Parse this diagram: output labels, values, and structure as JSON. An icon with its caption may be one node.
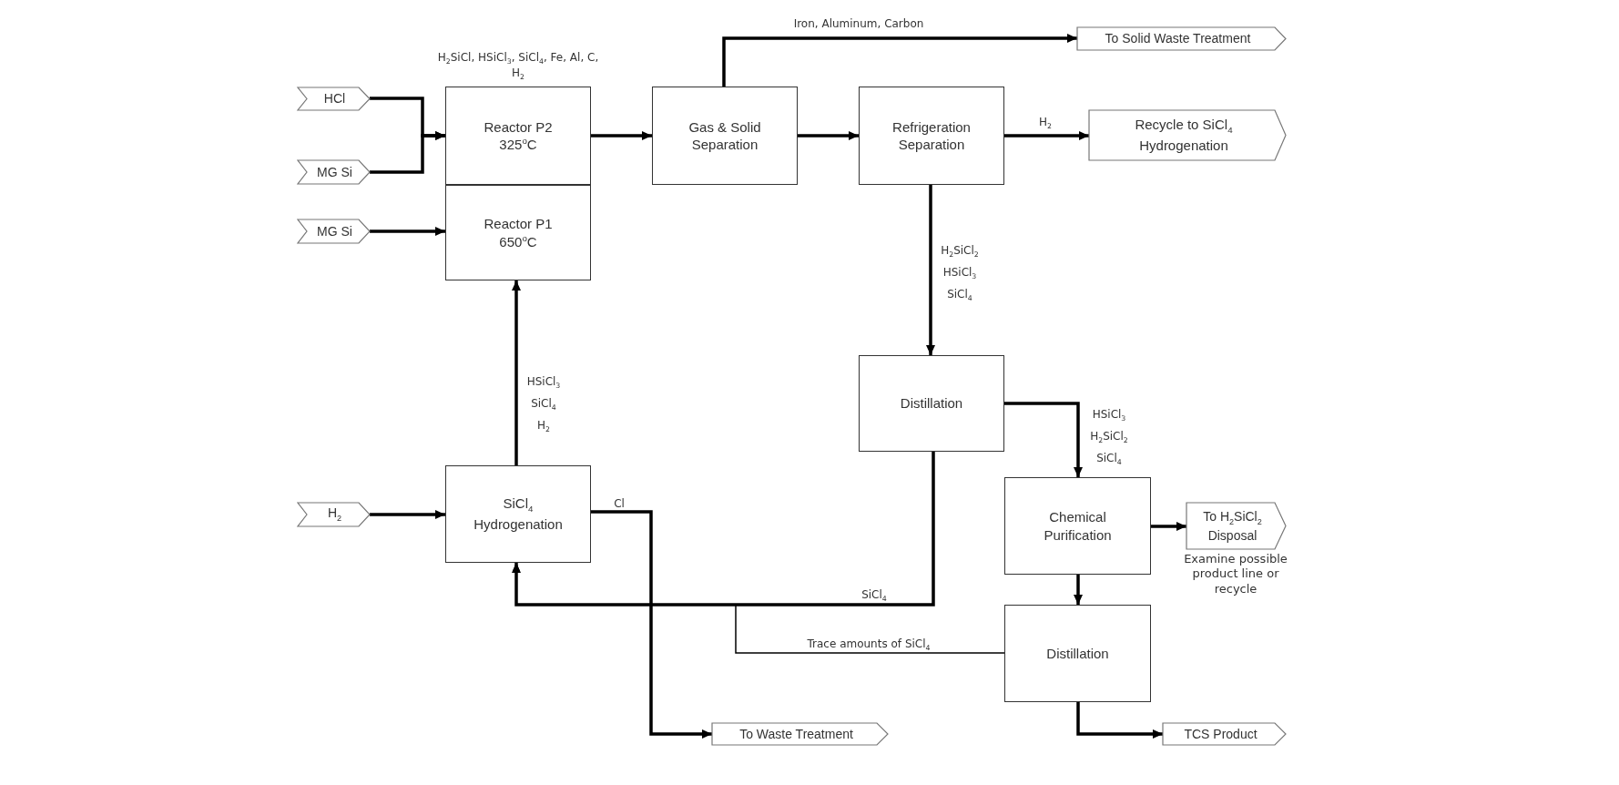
{
  "diagram": {
    "nodes": [
      {
        "text": [
          "HCl"
        ]
      },
      {
        "text": [
          "MG Si"
        ]
      },
      {
        "text": [
          "MG Si"
        ]
      },
      {
        "text": [
          "H$_{2}$"
        ]
      },
      {
        "text": [
          "Reactor P2",
          "325$^{o}$C"
        ],
        "beside": [
          "H$_{2}$SiCl, HSiCl$_{3}$, SiCl$_{4}$, Fe, Al, C, H$_{2}$"
        ]
      },
      {
        "text": [
          "Reactor P1",
          "650$^{o}$C"
        ]
      },
      {
        "text": [
          "Gas & Solid Separation"
        ]
      },
      {
        "text": [
          "Refrigeration Separation"
        ]
      },
      {
        "text": [
          "To Solid Waste Treatment"
        ]
      },
      {
        "text": [
          "Recycle to SiCl$_{4}$ Hydrogenation"
        ]
      },
      {
        "text": [
          "Distillation"
        ]
      },
      {
        "text": [
          "SiCl$_{4}$ Hydrogenation"
        ]
      },
      {
        "text": [
          "Chemical Purification"
        ]
      },
      {
        "text": [
          "To H$_{2}$SiCl$_{2}$ Disposal"
        ],
        "beside": [
          "Examine possible product line or recycle"
        ]
      },
      {
        "text": [
          "Distillation"
        ]
      },
      {
        "text": [
          "To Waste Treatment"
        ]
      },
      {
        "text": [
          "TCS Product"
        ]
      }
    ],
    "edges": [
      {
        "from": 0,
        "to": 4,
        "arrow": "to"
      },
      {
        "from": 1,
        "to": 4,
        "arrow": "to"
      },
      {
        "from": 2,
        "to": 5,
        "arrow": "to"
      },
      {
        "from": 4,
        "to": 6,
        "arrow": "to"
      },
      {
        "from": 6,
        "to": 8,
        "arrow": "to",
        "label": "Iron, Aluminum, Carbon"
      },
      {
        "from": 6,
        "to": 7,
        "arrow": "to"
      },
      {
        "from": 7,
        "to": 9,
        "arrow": "to",
        "label": "H$_{2}$"
      },
      {
        "from": 7,
        "to": 10,
        "arrow": "to",
        "label": "H$_{2}$SiCl$_{2}$ HSiCl$_{3}$ SiCl$_{4}$"
      },
      {
        "from": 11,
        "to": 5,
        "arrow": "to",
        "label": "HSiCl$_{3}$ SiCl$_{4}$ H$_{2}$"
      },
      {
        "from": 3,
        "to": 11,
        "arrow": "to"
      },
      {
        "from": 10,
        "to": 11,
        "arrow": "to",
        "label": "SiCl$_{4}$"
      },
      {
        "from": 11,
        "to": 15,
        "arrow": "to",
        "label": "Cl"
      },
      {
        "from": 10,
        "to": 12,
        "arrow": "to",
        "label": "HSiCl$_{3}$ H$_{2}$SiCl$_{2}$ SiCl$_{4}$"
      },
      {
        "from": 12,
        "to": 13,
        "arrow": "to"
      },
      {
        "from": 12,
        "to": 14,
        "arrow": "to"
      },
      {
        "from": 14,
        "to": 16,
        "arrow": "to"
      },
      {
        "from": 14,
        "to": 11,
        "arrow": "to",
        "label": "Trace amounts of SiCl$_{4}$"
      }
    ]
  }
}
